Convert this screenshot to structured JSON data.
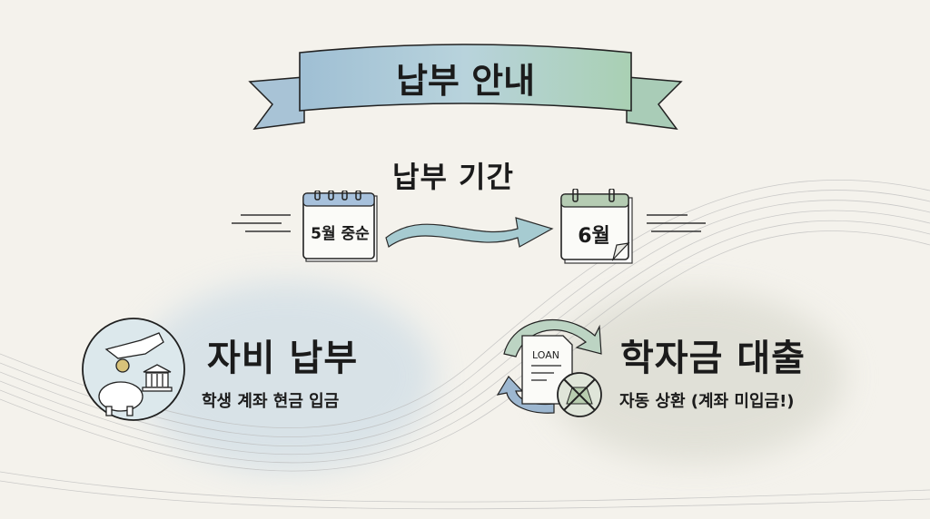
{
  "banner": {
    "title": "납부 안내"
  },
  "period": {
    "label": "납부 기간",
    "start": "5월 중순",
    "end": "6월"
  },
  "self_payment": {
    "title": "자비 납부",
    "description": "학생 계좌 현금 입금",
    "icons": [
      "hand-coin-icon",
      "piggy-bank-icon",
      "bank-icon"
    ]
  },
  "student_loan": {
    "title": "학자금 대출",
    "description": "자동 상환 (계좌 미입금!)",
    "document_label": "LOAN",
    "icons": [
      "loan-document-icon",
      "no-money-bag-icon",
      "cycle-arrows-icon"
    ]
  },
  "colors": {
    "background": "#f4f2ec",
    "blue_wash": "#a9c6d8",
    "green_wash": "#b9d4b4",
    "gray_wash": "#d9dad2",
    "ink": "#1b1b1b"
  }
}
